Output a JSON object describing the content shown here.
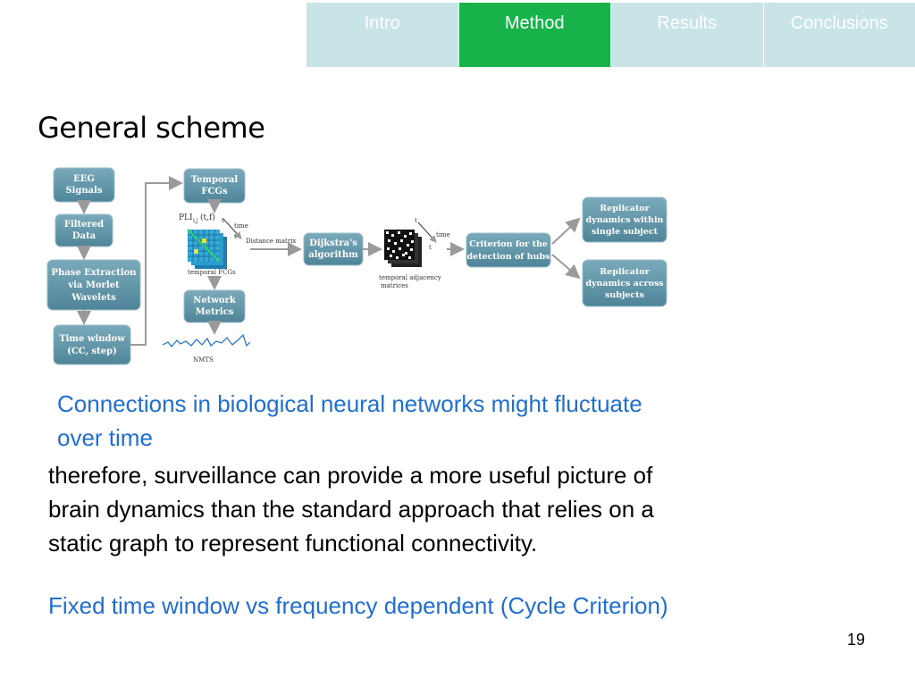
{
  "tabs": [
    {
      "label": "Intro",
      "active": false
    },
    {
      "label": "Method",
      "active": true
    },
    {
      "label": "Results",
      "active": false
    },
    {
      "label": "Conclusions",
      "active": false
    }
  ],
  "title": "General scheme",
  "diagram": {
    "boxes": {
      "eeg": [
        "EEG",
        "Signals"
      ],
      "filtered": [
        "Filtered",
        "Data"
      ],
      "phase": [
        "Phase Extraction",
        "via Morlet",
        "Wavelets"
      ],
      "window": [
        "Time window",
        "(CC, step)"
      ],
      "temporal": [
        "Temporal",
        "FCGs"
      ],
      "network": [
        "Network",
        "Metrics"
      ],
      "dijkstra": [
        "Dijkstra's",
        "algorithm"
      ],
      "criterion": [
        "Criterion for the",
        "detection of hubs"
      ],
      "rep_single": [
        "Replicator",
        "dynamics within",
        "single subject"
      ],
      "rep_across": [
        "Replicator",
        "dynamics across",
        "subjects"
      ]
    },
    "labels": {
      "pli": "PLI",
      "pli_sub": "i,j",
      "pli_arg": "(t,f)",
      "time": "time",
      "distance": "Distance matrix",
      "temporal_fcgs": "temporal FCGs",
      "time2": "time",
      "adjacency": [
        "temporal adjacency",
        "matrices"
      ],
      "nmts": "NMTS",
      "t1": "t",
      "t1_sub": "1",
      "tn": "t",
      "tn_sub": "n"
    },
    "colors": {
      "box": "#5a8fa2",
      "box_text": "#ffffff",
      "arrow": "#9a9a9a"
    }
  },
  "paragraph1": {
    "line1": "Connections in biological neural networks might fluctuate",
    "line2": "over time"
  },
  "paragraph2": {
    "line1": "therefore, surveillance can provide a more useful picture of",
    "line2": "brain dynamics than the standard approach that relies on a",
    "line3": "static graph to represent functional connectivity."
  },
  "paragraph3": "Fixed time window vs frequency dependent (Cycle Criterion)",
  "page_number": "19"
}
